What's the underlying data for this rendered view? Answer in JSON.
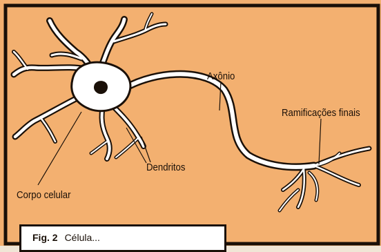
{
  "labels": {
    "axon": "Axônio",
    "terminals": "Ramificações finais",
    "dendrites": "Dendritos",
    "cell_body": "Corpo celular"
  },
  "caption": {
    "figure_number": "Fig. 2",
    "text": "Célula..."
  },
  "colors": {
    "background": "#f3b070",
    "neuron_fill": "#ffffff",
    "outline": "#1a1008",
    "nucleus": "#1a1008"
  }
}
